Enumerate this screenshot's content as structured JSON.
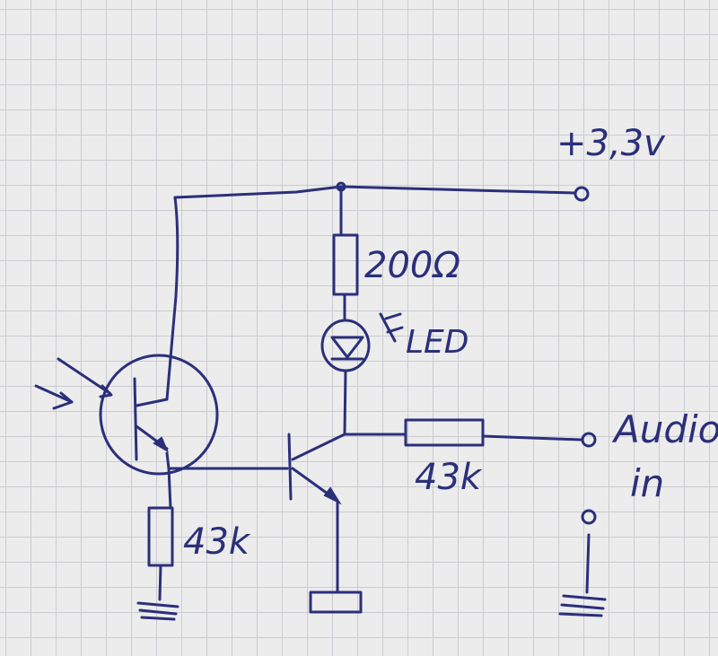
{
  "labels": {
    "supply": "+3,3v",
    "r_led": "200Ω",
    "led": "LED",
    "r_audio": "43k",
    "r_ground": "43k",
    "audio_line1": "Audio",
    "audio_line2": "in"
  },
  "colors": {
    "ink": "#2b2f7a",
    "paper": "#ececec",
    "grid": "#c9cbd0"
  }
}
